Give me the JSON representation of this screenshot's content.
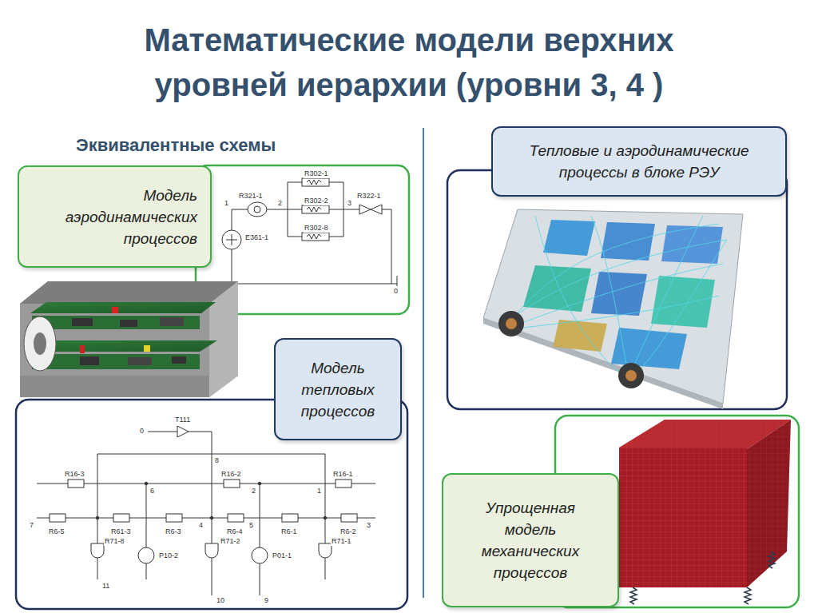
{
  "diagram": {
    "title": "Математические модели верхних уровней иерархии (уровни 3, 4 )",
    "nodes": [
      {
        "text": [
          "Модель аэродинамических процессов"
        ]
      },
      {
        "text": [
          "Модель тепловых процессов"
        ]
      },
      {
        "text": [
          "Тепловые и аэродинамические процессы в блоке РЭУ"
        ]
      },
      {
        "text": [
          "Упрощенная модель механических процессов"
        ]
      }
    ],
    "labels": [
      "Эквивалентные схемы",
      "R302-1",
      "R321-1",
      "R302-2",
      "R322-1",
      "R302-8",
      "E361-1",
      "1",
      "2",
      "3",
      "0",
      "T111",
      "0",
      "8",
      "R16-3",
      "R16-2",
      "R16-1",
      "6",
      "2",
      "1",
      "7",
      "R6-5",
      "R61-3",
      "R6-3",
      "4",
      "R6-4",
      "5",
      "R6-1",
      "3",
      "R6-2",
      "R71-8",
      "P10-2",
      "R71-2",
      "P01-1",
      "R71-1",
      "11",
      "10",
      "9"
    ]
  }
}
